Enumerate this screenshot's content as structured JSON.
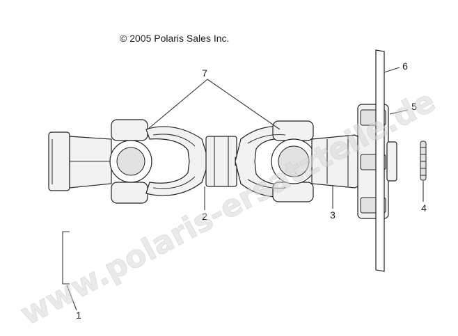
{
  "copyright": "© 2005 Polaris Sales Inc.",
  "watermark": "www.polaris-ersatzteile.de",
  "callouts": {
    "c1": "1",
    "c2": "2",
    "c3": "3",
    "c4": "4",
    "c5": "5",
    "c6": "6",
    "c7": "7"
  }
}
